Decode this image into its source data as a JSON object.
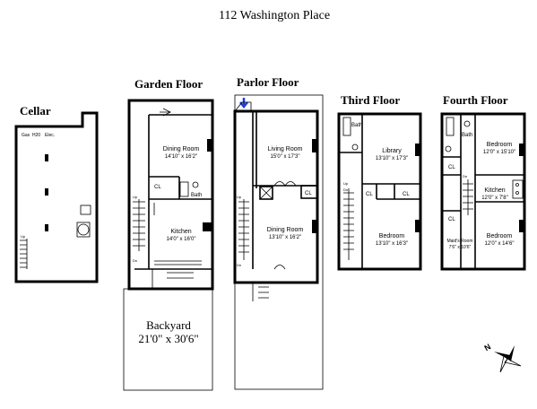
{
  "title": "112 Washington Place",
  "floors": {
    "cellar": {
      "name": "Cellar",
      "labels": [
        "Gas",
        "H20",
        "Elec."
      ],
      "stair": "Up"
    },
    "garden": {
      "name": "Garden Floor",
      "rooms": [
        {
          "name": "Dining Room",
          "dim": "14'10\" x 16'2\""
        },
        {
          "name": "Kitchen",
          "dim": "14'0\" x 16'0\""
        },
        {
          "name": "Bath",
          "dim": ""
        },
        {
          "name": "CL",
          "dim": ""
        }
      ],
      "stair": [
        "Up",
        "Dn"
      ],
      "backyard": {
        "name": "Backyard",
        "dim": "21'0\" x 30'6\""
      }
    },
    "parlor": {
      "name": "Parlor Floor",
      "rooms": [
        {
          "name": "Living Room",
          "dim": "15'0\" x 17'3\""
        },
        {
          "name": "Dining Room",
          "dim": "13'10\" x 16'2\""
        },
        {
          "name": "CL",
          "dim": ""
        }
      ],
      "stair": [
        "Up",
        "Dn"
      ]
    },
    "third": {
      "name": "Third Floor",
      "rooms": [
        {
          "name": "Library",
          "dim": "13'10\" x 17'3\""
        },
        {
          "name": "Bedroom",
          "dim": "13'10\" x 16'3\""
        },
        {
          "name": "Bath",
          "dim": ""
        },
        {
          "name": "CL",
          "dim": ""
        },
        {
          "name": "CL",
          "dim": ""
        }
      ],
      "stair": [
        "Up",
        "Dn"
      ]
    },
    "fourth": {
      "name": "Fourth Floor",
      "rooms": [
        {
          "name": "Bedroom",
          "dim": "12'0\" x 15'10\""
        },
        {
          "name": "Kitchen",
          "dim": "12'0\" x 7'8\""
        },
        {
          "name": "Bedroom",
          "dim": "12'0\" x 14'6\""
        },
        {
          "name": "Maid's Room",
          "dim": "7'6\" x 10'6\""
        },
        {
          "name": "Bath",
          "dim": ""
        },
        {
          "name": "CL",
          "dim": ""
        },
        {
          "name": "CL",
          "dim": ""
        }
      ],
      "stair": [
        "Dn"
      ]
    }
  },
  "compass": "N",
  "colors": {
    "ink": "#000000",
    "background": "#ffffff",
    "entry_arrow": "#1f3fd6"
  }
}
